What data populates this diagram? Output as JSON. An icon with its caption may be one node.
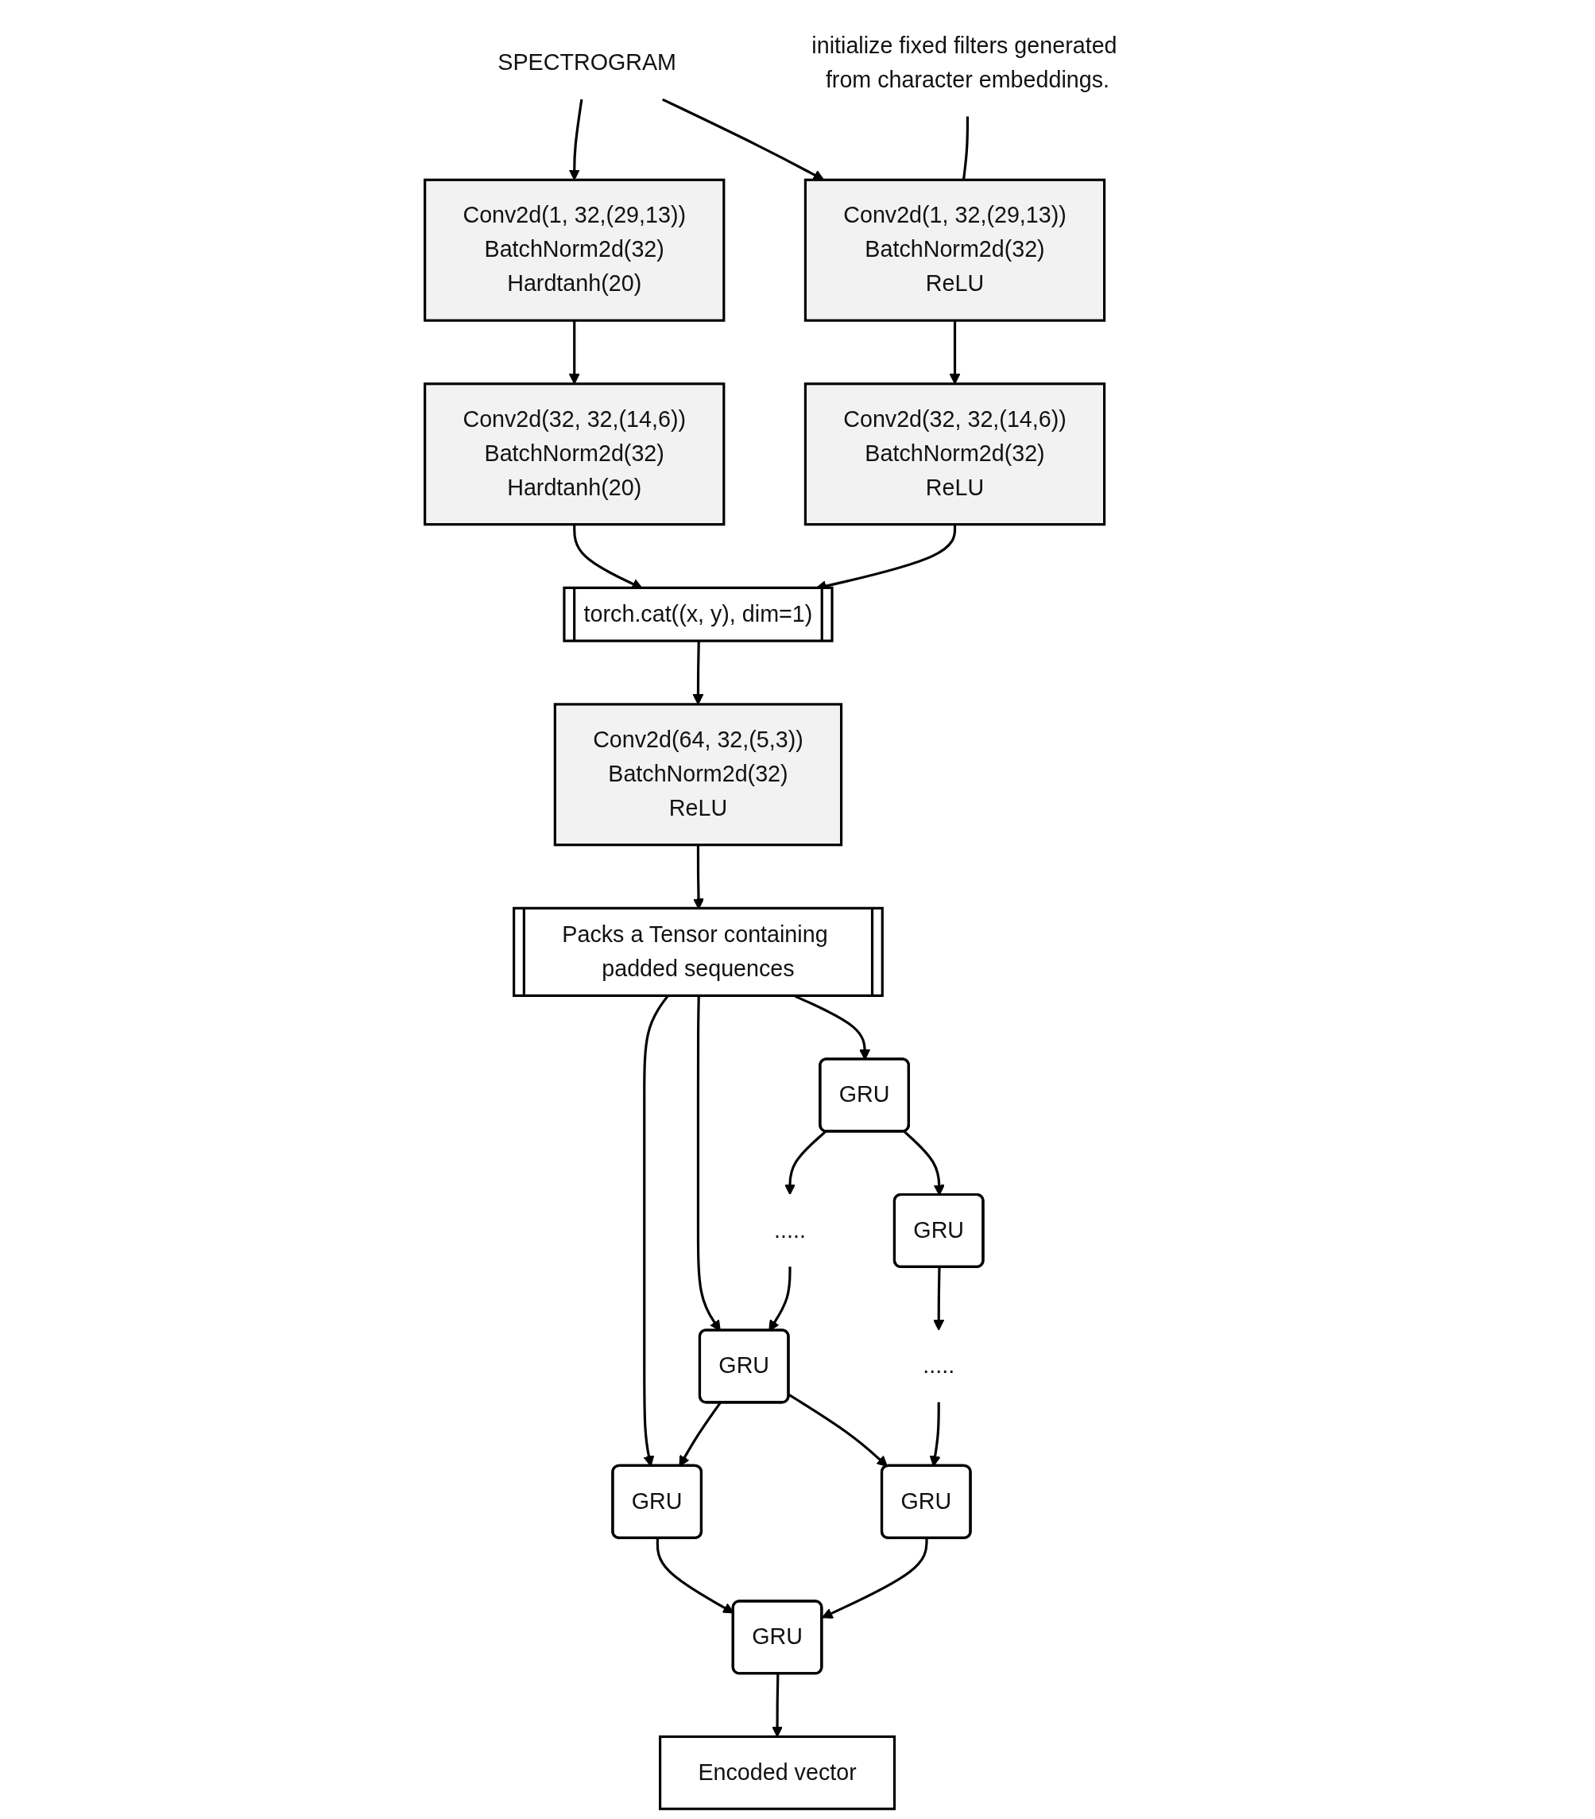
{
  "diagram": {
    "nodes": [
      {
        "text": [
          "SPECTROGRAM"
        ]
      },
      {
        "text": [
          "initialize fixed filters generated from character embeddings."
        ]
      },
      {
        "text": [
          "Conv2d(1, 32,(29,13))",
          "BatchNorm2d(32)",
          "Hardtanh(20)"
        ]
      },
      {
        "text": [
          "Conv2d(1, 32,(29,13))",
          "BatchNorm2d(32)",
          "ReLU"
        ]
      },
      {
        "text": [
          "Conv2d(32, 32,(14,6))",
          "BatchNorm2d(32)",
          "Hardtanh(20)"
        ]
      },
      {
        "text": [
          "Conv2d(32, 32,(14,6))",
          "BatchNorm2d(32)",
          "ReLU"
        ]
      },
      {
        "text": [
          "torch.cat((x, y), dim=1)"
        ]
      },
      {
        "text": [
          "Conv2d(64, 32,(5,3))",
          "BatchNorm2d(32)",
          "ReLU"
        ]
      },
      {
        "text": [
          "Packs a Tensor containing padded sequences"
        ]
      },
      {
        "text": [
          "GRU"
        ]
      },
      {
        "text": [
          "GRU"
        ]
      },
      {
        "text": [
          "....."
        ]
      },
      {
        "text": [
          "GRU"
        ]
      },
      {
        "text": [
          "GRU"
        ]
      },
      {
        "text": [
          "GRU"
        ]
      },
      {
        "text": [
          "....."
        ]
      },
      {
        "text": [
          "GRU"
        ]
      },
      {
        "text": [
          "Encoded vector"
        ]
      }
    ],
    "edges": [
      {
        "from": 0,
        "to": 2,
        "arrow": "to"
      },
      {
        "from": 0,
        "to": 3,
        "arrow": "to"
      },
      {
        "from": 1,
        "to": 3,
        "arrow": "none"
      },
      {
        "from": 2,
        "to": 4,
        "arrow": "to"
      },
      {
        "from": 3,
        "to": 5,
        "arrow": "to"
      },
      {
        "from": 4,
        "to": 6,
        "arrow": "to"
      },
      {
        "from": 5,
        "to": 6,
        "arrow": "to"
      },
      {
        "from": 6,
        "to": 7,
        "arrow": "to"
      },
      {
        "from": 7,
        "to": 8,
        "arrow": "to"
      },
      {
        "from": 8,
        "to": 9,
        "arrow": "to"
      },
      {
        "from": 8,
        "to": 10,
        "arrow": "to"
      },
      {
        "from": 8,
        "to": 12,
        "arrow": "to"
      },
      {
        "from": 12,
        "to": 11,
        "arrow": "to"
      },
      {
        "from": 11,
        "to": 10,
        "arrow": "to"
      },
      {
        "from": 10,
        "to": 9,
        "arrow": "to"
      },
      {
        "from": 9,
        "to": 13,
        "arrow": "to"
      },
      {
        "from": 10,
        "to": 14,
        "arrow": "to"
      },
      {
        "from": 12,
        "to": 16,
        "arrow": "to"
      },
      {
        "from": 16,
        "to": 15,
        "arrow": "to"
      },
      {
        "from": 15,
        "to": 14,
        "arrow": "to"
      },
      {
        "from": 14,
        "to": 13,
        "arrow": "to"
      },
      {
        "from": 13,
        "to": 17,
        "arrow": "to"
      }
    ]
  }
}
